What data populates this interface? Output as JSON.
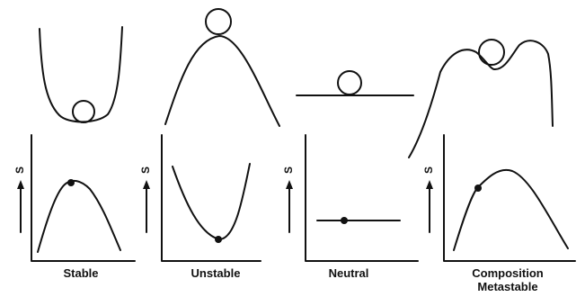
{
  "panels": [
    {
      "id": "stable",
      "caption": "Stable",
      "y_label": "S"
    },
    {
      "id": "unstable",
      "caption": "Unstable",
      "y_label": "S"
    },
    {
      "id": "neutral",
      "caption": "Neutral",
      "y_label": "S"
    },
    {
      "id": "metastable",
      "caption_line1": "Composition",
      "caption_line2": "Metastable",
      "y_label": "S"
    }
  ]
}
